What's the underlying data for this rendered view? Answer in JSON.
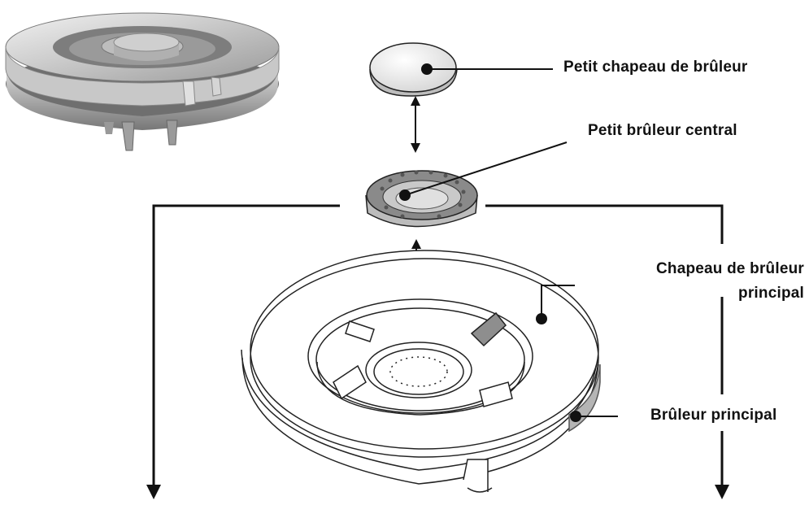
{
  "labels": {
    "small_cap": "Petit chapeau de brûleur",
    "small_burner": "Petit brûleur central",
    "main_cap_line1": "Chapeau de brûleur",
    "main_cap_line2": "principal",
    "main_burner": "Brûleur principal"
  },
  "colors": {
    "line": "#111111",
    "shade_dark": "#8c8c8c",
    "shade_mid": "#b9b9b9",
    "shade_light": "#e2e2e2",
    "background": "#ffffff"
  }
}
